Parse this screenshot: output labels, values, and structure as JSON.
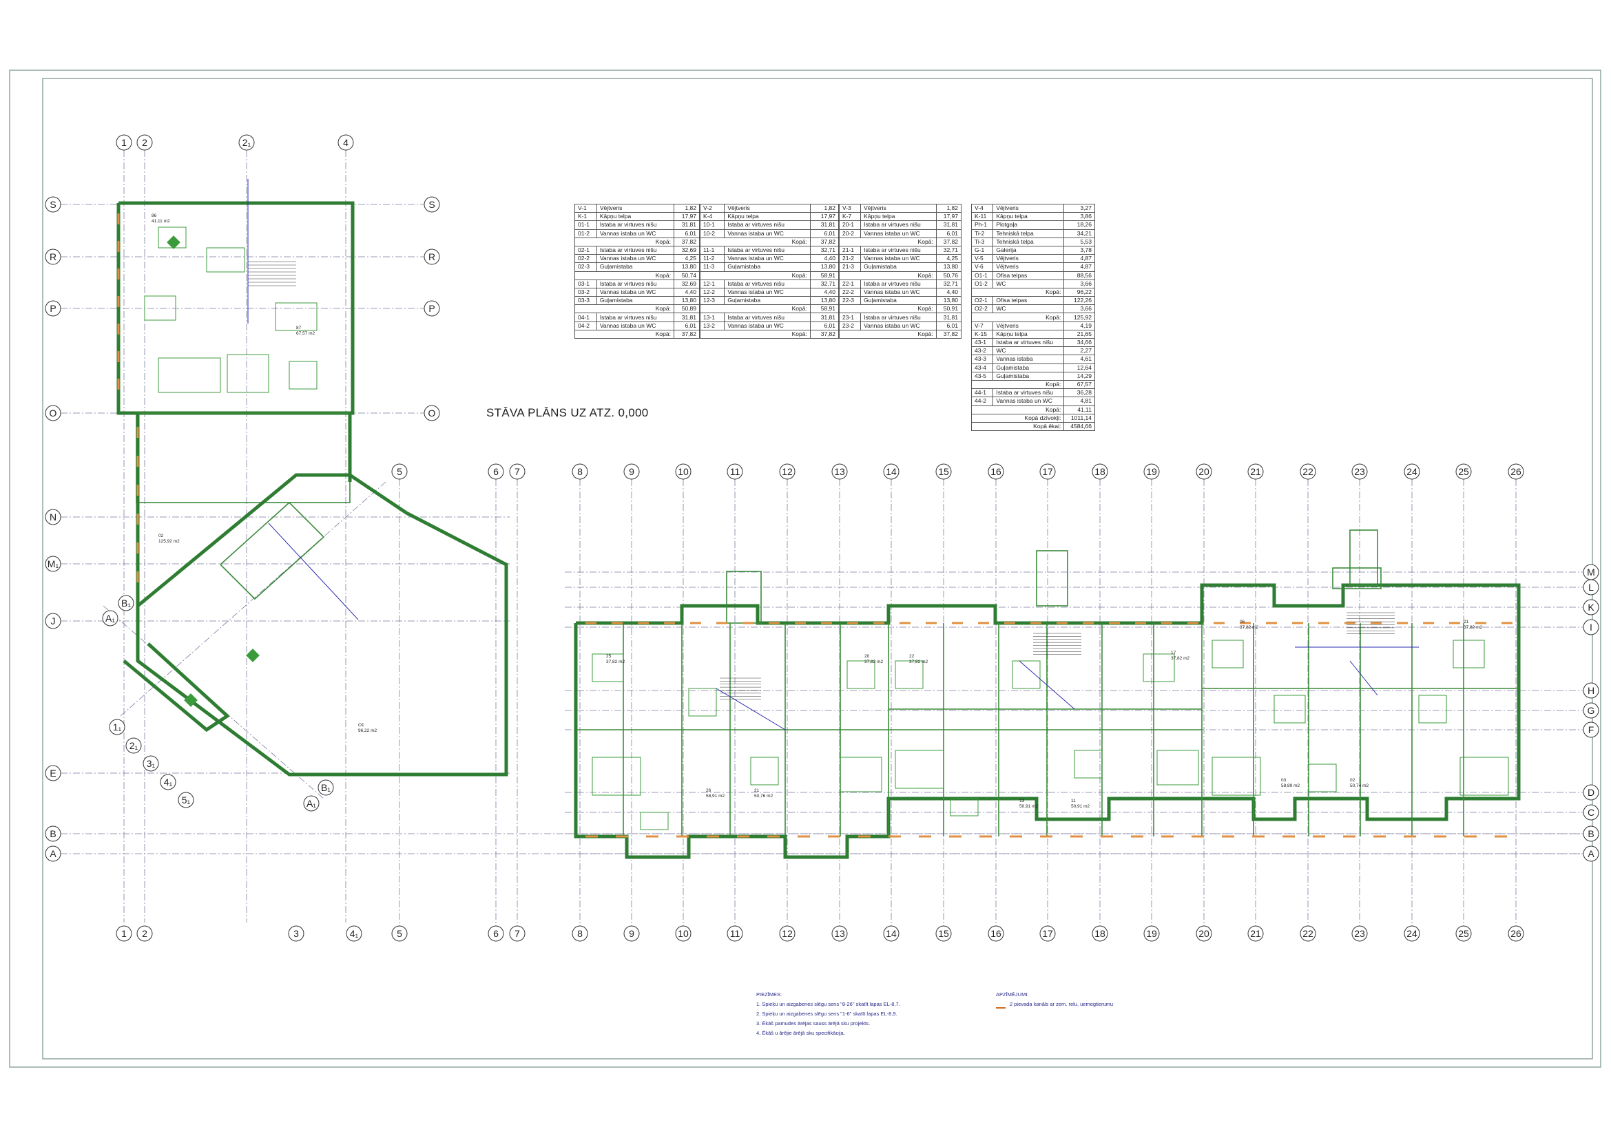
{
  "title": "STĀVA PLĀNS UZ ATZ. 0,000",
  "grid_top": [
    "1",
    "2",
    "2₁",
    "4"
  ],
  "grid_mid": [
    "5",
    "6",
    "7",
    "8",
    "9",
    "10",
    "11",
    "12",
    "13",
    "14",
    "15",
    "16",
    "17",
    "18",
    "19",
    "20",
    "21",
    "22",
    "23",
    "24",
    "25",
    "26"
  ],
  "grid_bottom": [
    "1",
    "2",
    "3",
    "4₁",
    "5",
    "6",
    "7",
    "8",
    "9",
    "10",
    "11",
    "12",
    "13",
    "14",
    "15",
    "16",
    "17",
    "18",
    "19",
    "20",
    "21",
    "22",
    "23",
    "24",
    "25",
    "26"
  ],
  "rows_left": [
    "S",
    "R",
    "P",
    "O",
    "N",
    "M₁",
    "J",
    "E",
    "B",
    "A"
  ],
  "rows_right_left_block": [
    "S",
    "R",
    "P",
    "O"
  ],
  "rows_right": [
    "M",
    "L",
    "K",
    "I",
    "H",
    "G",
    "F",
    "D",
    "C",
    "B",
    "A"
  ],
  "diag_labels": [
    "A₁",
    "B₁",
    "1₁",
    "2₁",
    "3₁",
    "4₁",
    "5₁",
    "A₁",
    "B₁"
  ],
  "room_labels": [
    {
      "t": "86\n41,11 m2"
    },
    {
      "t": "87\n67,57 m2"
    },
    {
      "t": "02\n125,92 m2"
    },
    {
      "t": "O1\n96,22 m2"
    },
    {
      "t": "25\n37,82 m2"
    },
    {
      "t": "20\n37,82 m2"
    },
    {
      "t": "26\n58,91 m2"
    },
    {
      "t": "21\n50,76 m2"
    },
    {
      "t": "22\n37,82 m2"
    },
    {
      "t": "17\n37,82 m2"
    },
    {
      "t": "13\n50,91 m2"
    },
    {
      "t": "11\n50,91 m2"
    },
    {
      "t": "06\n37,82 m2"
    },
    {
      "t": "21\n37,82 m2"
    },
    {
      "t": "03\n58,89 m2"
    },
    {
      "t": "02\n50,74 m2"
    }
  ],
  "tables": {
    "t1": [
      [
        "V-1",
        "Vējtveris",
        "1,82"
      ],
      [
        "K-1",
        "Kāpņu telpa",
        "17,97"
      ],
      [
        "01-1",
        "Istaba ar virtuves nišu",
        "31,81"
      ],
      [
        "01-2",
        "Vannas istaba un WC",
        "6,01"
      ],
      [
        "",
        "Kopā:",
        "37,82"
      ],
      [
        "02-1",
        "Istaba ar virtuves nišu",
        "32,69"
      ],
      [
        "02-2",
        "Vannas istaba un WC",
        "4,25"
      ],
      [
        "02-3",
        "Guļamistaba",
        "13,80"
      ],
      [
        "",
        "Kopā:",
        "50,74"
      ],
      [
        "03-1",
        "Istaba ar virtuves nišu",
        "32,69"
      ],
      [
        "03-2",
        "Vannas istaba un WC",
        "4,40"
      ],
      [
        "03-3",
        "Guļamistaba",
        "13,80"
      ],
      [
        "",
        "Kopā:",
        "50,89"
      ],
      [
        "04-1",
        "Istaba ar virtuves nišu",
        "31,81"
      ],
      [
        "04-2",
        "Vannas istaba un WC",
        "6,01"
      ],
      [
        "",
        "Kopā:",
        "37,82"
      ]
    ],
    "t2": [
      [
        "V-2",
        "Vējtveris",
        "1,82"
      ],
      [
        "K-4",
        "Kāpņu telpa",
        "17,97"
      ],
      [
        "10-1",
        "Istaba ar virtuves nišu",
        "31,81"
      ],
      [
        "10-2",
        "Vannas istaba un WC",
        "6,01"
      ],
      [
        "",
        "Kopā:",
        "37,82"
      ],
      [
        "11-1",
        "Istaba ar virtuves nišu",
        "32,71"
      ],
      [
        "11-2",
        "Vannas istaba un WC",
        "4,40"
      ],
      [
        "11-3",
        "Guļamistaba",
        "13,80"
      ],
      [
        "",
        "Kopā:",
        "58,91"
      ],
      [
        "12-1",
        "Istaba ar virtuves nišu",
        "32,71"
      ],
      [
        "12-2",
        "Vannas istaba un WC",
        "4,40"
      ],
      [
        "12-3",
        "Guļamistaba",
        "13,80"
      ],
      [
        "",
        "Kopā:",
        "58,91"
      ],
      [
        "13-1",
        "Istaba ar virtuves nišu",
        "31,81"
      ],
      [
        "13-2",
        "Vannas istaba un WC",
        "6,01"
      ],
      [
        "",
        "Kopā:",
        "37,82"
      ]
    ],
    "t3": [
      [
        "V-3",
        "Vējtveris",
        "1,82"
      ],
      [
        "K-7",
        "Kāpņu telpa",
        "17,97"
      ],
      [
        "20-1",
        "Istaba ar virtuves nišu",
        "31,81"
      ],
      [
        "20-2",
        "Vannas istaba un WC",
        "6,01"
      ],
      [
        "",
        "Kopā:",
        "37,82"
      ],
      [
        "21-1",
        "Istaba ar virtuves nišu",
        "32,71"
      ],
      [
        "21-2",
        "Vannas istaba un WC",
        "4,25"
      ],
      [
        "21-3",
        "Guļamistaba",
        "13,80"
      ],
      [
        "",
        "Kopā:",
        "50,76"
      ],
      [
        "22-1",
        "Istaba ar virtuves nišu",
        "32,71"
      ],
      [
        "22-2",
        "Vannas istaba un WC",
        "4,40"
      ],
      [
        "22-3",
        "Guļamistaba",
        "13,80"
      ],
      [
        "",
        "Kopā:",
        "50,91"
      ],
      [
        "23-1",
        "Istaba ar virtuves nišu",
        "31,81"
      ],
      [
        "23-2",
        "Vannas istaba un WC",
        "6,01"
      ],
      [
        "",
        "Kopā:",
        "37,82"
      ]
    ],
    "t4": [
      [
        "V-4",
        "Vējtveris",
        "3,27"
      ],
      [
        "K-11",
        "Kāpņu telpa",
        "3,86"
      ],
      [
        "Ph-1",
        "Plotgaļa",
        "18,26"
      ],
      [
        "Ti-2",
        "Tehniskā telpa",
        "34,21"
      ],
      [
        "Ti-3",
        "Tehniskā telpa",
        "5,53"
      ],
      [
        "G-1",
        "Galerija",
        "3,78"
      ],
      [
        "V-5",
        "Vējtveris",
        "4,87"
      ],
      [
        "V-6",
        "Vējtveris",
        "4,87"
      ],
      [
        "O1-1",
        "Ofisa telpas",
        "88,56"
      ],
      [
        "O1-2",
        "WC",
        "3,66"
      ],
      [
        "",
        "Kopā:",
        "96,22"
      ],
      [
        "O2-1",
        "Ofisa telpas",
        "122,26"
      ],
      [
        "O2-2",
        "WC",
        "3,66"
      ],
      [
        "",
        "Kopā:",
        "125,92"
      ],
      [
        "V-7",
        "Vējtveris",
        "4,19"
      ],
      [
        "K-15",
        "Kāpņu telpa",
        "21,65"
      ],
      [
        "43-1",
        "Istaba ar virtuves nišu",
        "34,66"
      ],
      [
        "43-2",
        "WC",
        "2,27"
      ],
      [
        "43-3",
        "Vannas istaba",
        "4,61"
      ],
      [
        "43-4",
        "Guļamistaba",
        "12,64"
      ],
      [
        "43-5",
        "Guļamistaba",
        "14,29"
      ],
      [
        "",
        "Kopā:",
        "67,57"
      ],
      [
        "44-1",
        "Istaba ar virtuves nišu",
        "36,28"
      ],
      [
        "44-2",
        "Vannas istaba un WC",
        "4,81"
      ],
      [
        "",
        "Kopā:",
        "41,11"
      ],
      [
        "",
        "Kopā dzīvokļi:",
        "1011,14"
      ],
      [
        "",
        "Kopā ēkai:",
        "4584,66"
      ]
    ]
  },
  "notes": {
    "heading": "PIEZĪMES:",
    "lines": [
      "1. Spieķu un aizgabenes slēgu sens \"8-26\" skatīt lapas EL-8,7.",
      "2. Spieķu un aizgabenes slēgu sens \"1-6\" skatīt lapas EL-8,9.",
      "3. Ēkāš pamudes ārējas sauss ārējā sku projekts.",
      "4. Ēkāš u ārējie ārējā sku specifikācija."
    ]
  },
  "legend": {
    "heading": "APZĪMĒJUMI:",
    "line": "2 pievada kanāls ar zem. relu, uemegtierumu"
  }
}
